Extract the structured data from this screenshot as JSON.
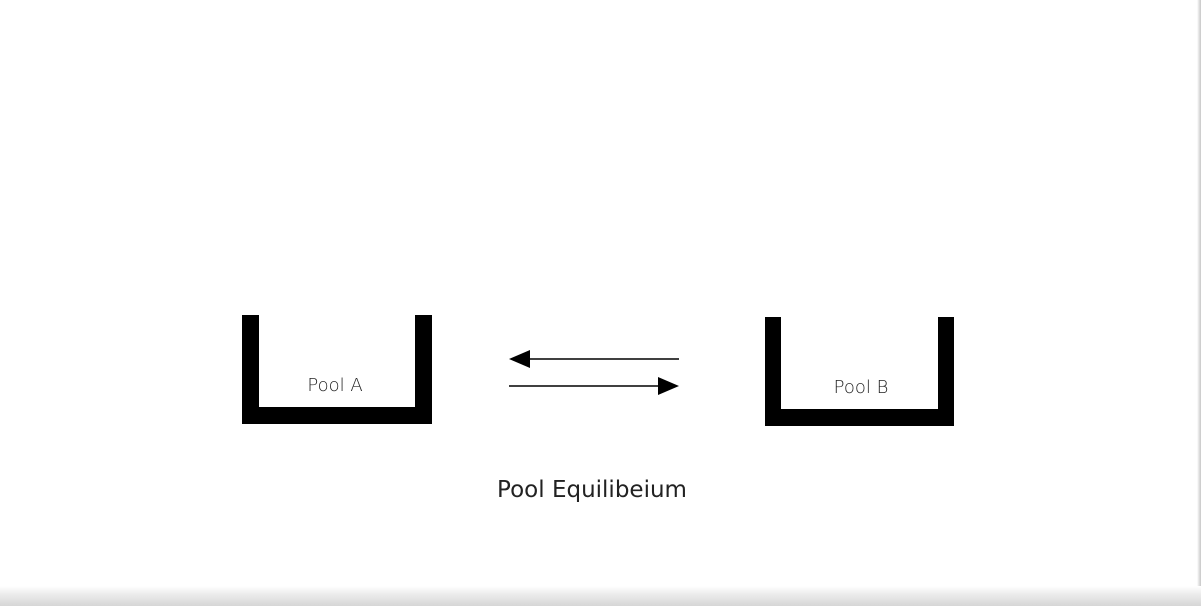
{
  "diagram": {
    "pools": [
      {
        "label": "Pool A"
      },
      {
        "label": "Pool B"
      }
    ],
    "arrows": [
      {
        "direction": "left"
      },
      {
        "direction": "right"
      }
    ],
    "caption": "Pool Equilibeium"
  },
  "colors": {
    "stroke": "#000000",
    "text": "#222222",
    "background": "#ffffff"
  }
}
